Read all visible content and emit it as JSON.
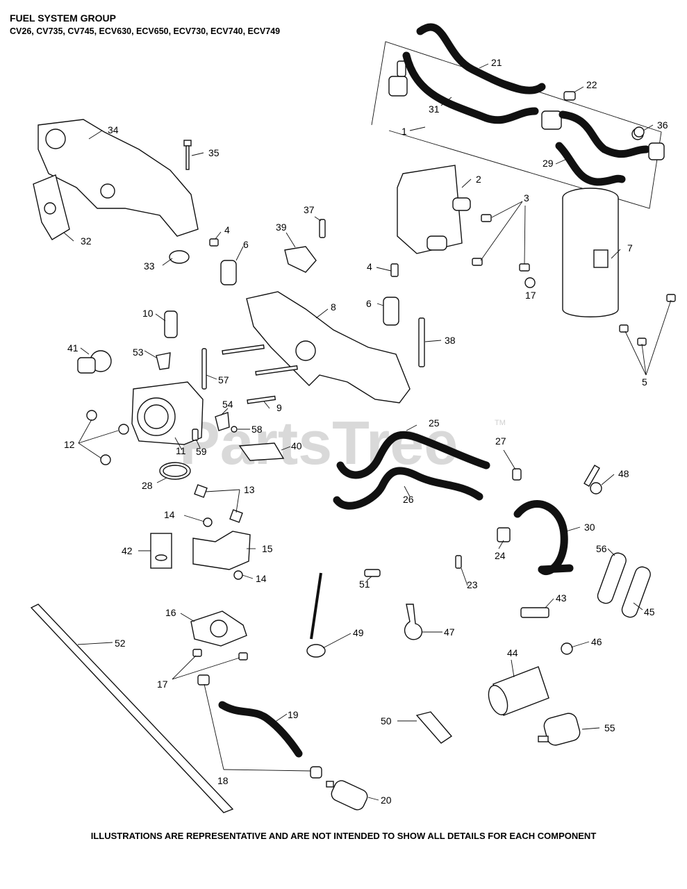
{
  "title": "FUEL SYSTEM GROUP",
  "models": "CV26, CV735, CV745, ECV630, ECV650, ECV730, ECV740, ECV749",
  "footer": "ILLUSTRATIONS ARE REPRESENTATIVE AND ARE NOT INTENDED TO SHOW ALL DETAILS FOR EACH COMPONENT",
  "watermark": {
    "text": "PartsTree",
    "trademark": "TM"
  },
  "callouts": {
    "c1": "1",
    "c2": "2",
    "c3": "3",
    "c4a": "4",
    "c4b": "4",
    "c5": "5",
    "c6a": "6",
    "c6b": "6",
    "c7": "7",
    "c8": "8",
    "c9": "9",
    "c10": "10",
    "c11": "11",
    "c12": "12",
    "c13": "13",
    "c14a": "14",
    "c14b": "14",
    "c15": "15",
    "c16": "16",
    "c17a": "17",
    "c17b": "17",
    "c18": "18",
    "c19": "19",
    "c20": "20",
    "c21": "21",
    "c22": "22",
    "c23": "23",
    "c24": "24",
    "c25": "25",
    "c26": "26",
    "c27": "27",
    "c28": "28",
    "c29": "29",
    "c30": "30",
    "c31": "31",
    "c32": "32",
    "c33": "33",
    "c34": "34",
    "c35": "35",
    "c36": "36",
    "c37": "37",
    "c38": "38",
    "c39": "39",
    "c40": "40",
    "c41": "41",
    "c42": "42",
    "c43": "43",
    "c44": "44",
    "c45": "45",
    "c46": "46",
    "c47": "47",
    "c48": "48",
    "c49": "49",
    "c50": "50",
    "c51": "51",
    "c52": "52",
    "c53": "53",
    "c54": "54",
    "c55": "55",
    "c56": "56",
    "c57": "57",
    "c58": "58",
    "c59": "59"
  }
}
